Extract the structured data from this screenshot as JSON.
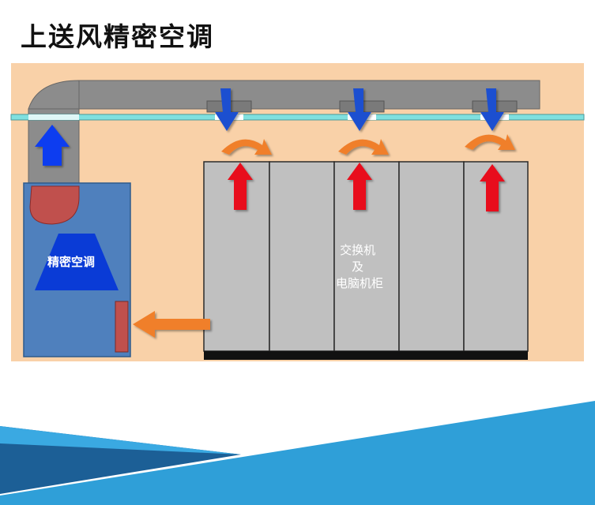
{
  "slide": {
    "title": "上送风精密空调"
  },
  "diagram": {
    "ac_unit_label": "精密空调",
    "cabinet_label_lines": [
      "交换机",
      "及",
      "电脑机柜"
    ]
  },
  "colors": {
    "wall": "#f9d1a8",
    "duct": "#8c8c8c",
    "ceiling": "#7fe0df",
    "ac_unit": "#4f80bd",
    "cabinet": "#c0c0c0",
    "cold_arrow": "#1a4fd0",
    "hot_arrow": "#e8101a",
    "return_arrow": "#f07f2a",
    "footer_blue": "#2f9fd8",
    "footer_dark": "#1c5f96"
  },
  "icons": {
    "supply_arrow": "arrow-up-icon",
    "cold_air": "arrow-down-icon",
    "hot_air": "arrow-up-icon",
    "air_circulation": "curved-arrow-icon",
    "return_air": "arrow-left-icon",
    "fan": "fan-icon"
  }
}
